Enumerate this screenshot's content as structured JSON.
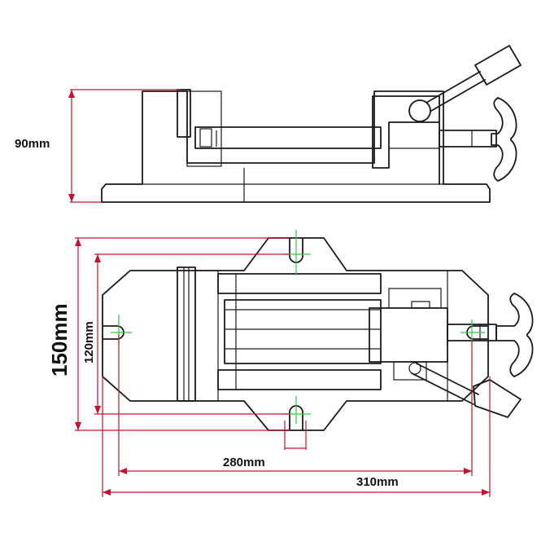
{
  "diagram": {
    "dimensions": {
      "height_side": "90mm",
      "width_total": "150mm",
      "slot_spacing_width": "120mm",
      "slot_spacing_length": "280mm",
      "length_total": "310mm"
    },
    "colors": {
      "outline": "#1a1a1a",
      "dimension_lines": "#c8102e",
      "center_marks": "#2ecc40"
    }
  }
}
